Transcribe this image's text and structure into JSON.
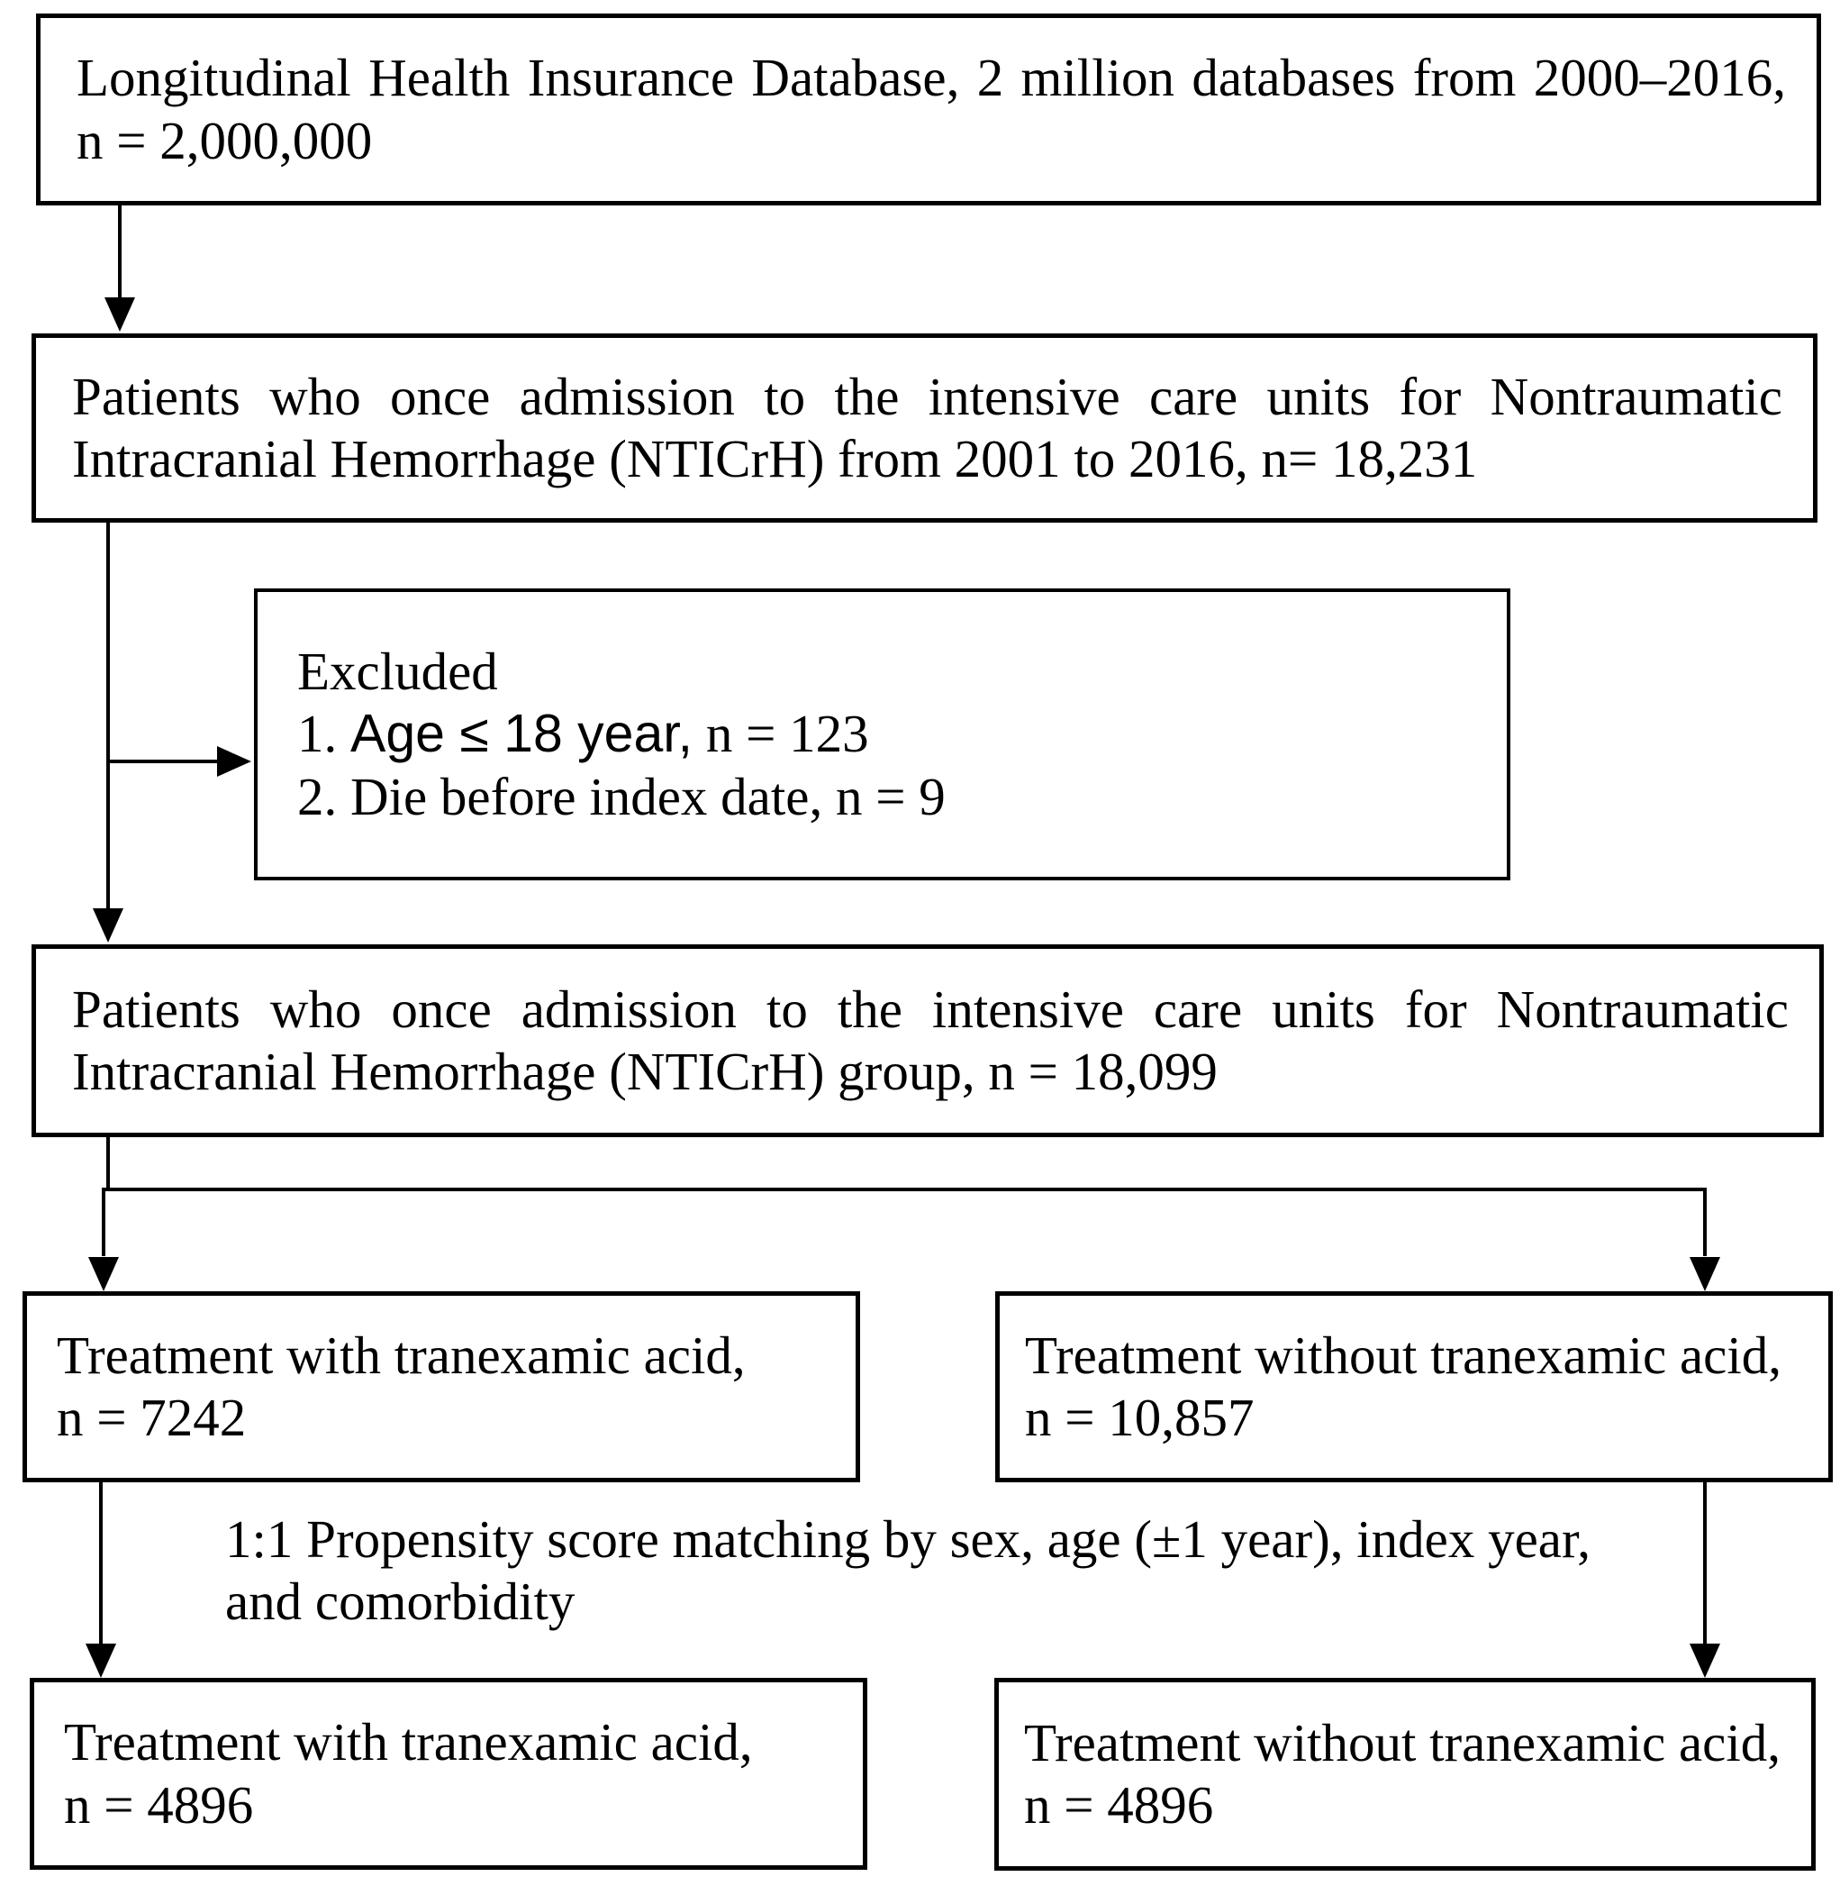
{
  "diagram": {
    "background_color": "#ffffff",
    "ink_color": "#000000",
    "type": "patient-flow-chart"
  },
  "boxes": {
    "database": {
      "line1": "Longitudinal Health Insurance Database, 2 million databases from 2000–2016,",
      "line2": "n = 2,000,000"
    },
    "icu_admission": {
      "line1": "Patients who once admission to the intensive care units for Nontraumatic",
      "line2": "Intracranial Hemorrhage (NTICrH) from 2001 to 2016, n= 18,231"
    },
    "excluded": {
      "title": "Excluded",
      "item1_prefix": "1. ",
      "item1_sans": "Age ≤ 18 year,",
      "item1_suffix": " n = 123",
      "item2": "2. Die before index date, n = 9"
    },
    "nticrh_group": {
      "line1": "Patients who once admission to the intensive care units for Nontraumatic",
      "line2": "Intracranial Hemorrhage (NTICrH) group, n = 18,099"
    },
    "treatment_with_txa": {
      "line1": "Treatment with tranexamic acid,",
      "line2": "n = 7242"
    },
    "treatment_without_txa": {
      "line1": "Treatment without tranexamic acid,",
      "line2": "n = 10,857"
    },
    "treatment_with_txa_matched": {
      "line1": "Treatment with tranexamic acid,",
      "line2": "n = 4896"
    },
    "treatment_without_txa_matched": {
      "line1": "Treatment without tranexamic acid,",
      "line2": "n = 4896"
    }
  },
  "labels": {
    "propensity_line1": "1:1 Propensity score matching by sex, age (±1 year), index year,",
    "propensity_line2": "and comorbidity"
  }
}
